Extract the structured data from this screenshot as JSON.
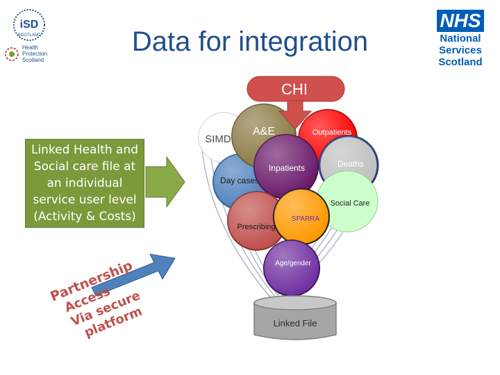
{
  "title": "Data for integration",
  "logos": {
    "isd": {
      "name": "iSD",
      "sub": "SCOTLAND"
    },
    "hps": {
      "lines": [
        "Health",
        "Protection",
        "Scotland"
      ]
    },
    "nhs": {
      "name": "NHS",
      "lines": [
        "National",
        "Services",
        "Scotland"
      ]
    }
  },
  "linked_box": "Linked Health and Social care file at an individual service user level (Activity & Costs)",
  "chi_label": "CHI",
  "nodes": {
    "simd": "SIMD",
    "ae": "A&E",
    "outpatients": "Outpatients",
    "inpatients": "Inpatients",
    "deaths": "Deaths",
    "daycases": "Day cases",
    "socialcare": "Social Care",
    "prescribing": "Prescribing",
    "sparra": "SPARRA",
    "agegender": "Age/gender",
    "linkedfile": "Linked File"
  },
  "partnership_words": [
    "Partnership",
    "Access",
    "Via secure",
    "platform"
  ],
  "colors": {
    "title": "#1f4e8c",
    "box_green": "#7c9a3c",
    "chi": "#d0504e",
    "simd": "#ffffff",
    "ae": "#8c7a45",
    "outpatients": "#ff0000",
    "inpatients": "#6a1b6a",
    "deaths": "#bfbfbf",
    "daycases": "#4f81bd",
    "socialcare": "#ccffcc",
    "prescribing": "#c0504d",
    "sparra": "#ff9900",
    "agegender": "#7030a0",
    "linkedfile": "#a6a6a6",
    "partnership": "#c0504d",
    "nhs_blue": "#005eb8"
  }
}
